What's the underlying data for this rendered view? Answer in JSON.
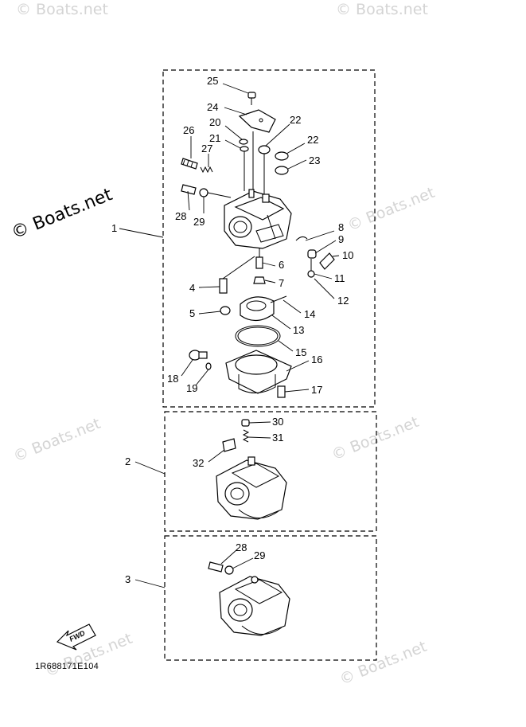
{
  "watermark": "© Boats.net",
  "drawing_code": "1R688171E104",
  "fwd_label": "FWD",
  "callouts": {
    "c1": "1",
    "c2": "2",
    "c3": "3",
    "c4": "4",
    "c5": "5",
    "c6": "6",
    "c7": "7",
    "c8": "8",
    "c9": "9",
    "c10": "10",
    "c11": "11",
    "c12": "12",
    "c13": "13",
    "c14": "14",
    "c15": "15",
    "c16": "16",
    "c17": "17",
    "c18": "18",
    "c19": "19",
    "c20": "20",
    "c21": "21",
    "c22a": "22",
    "c22b": "22",
    "c23": "23",
    "c24": "24",
    "c25": "25",
    "c26": "26",
    "c27": "27",
    "c28a": "28",
    "c29a": "29",
    "c30": "30",
    "c31": "31",
    "c32": "32",
    "c28b": "28",
    "c29b": "29"
  }
}
